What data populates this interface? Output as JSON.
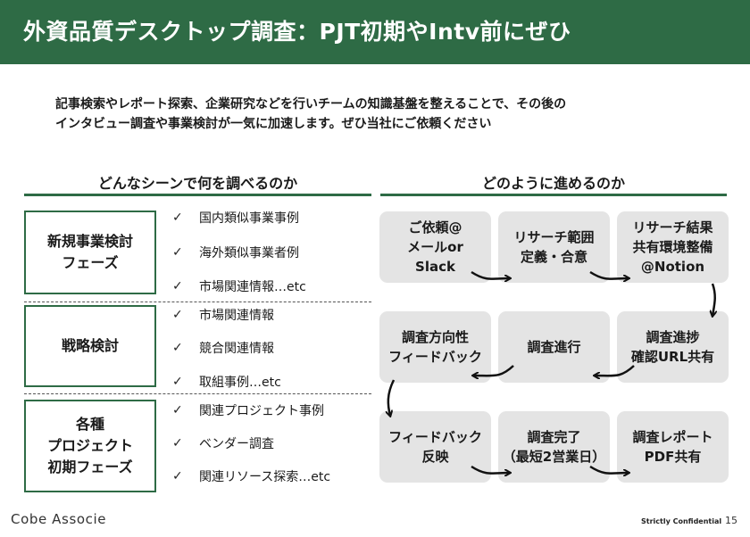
{
  "header": {
    "title": "外資品質デスクトップ調査：PJT初期やIntv前にぜひ"
  },
  "intro": {
    "line1": "記事検索やレポート探索、企業研究などを行いチームの知識基盤を整えることで、その後の",
    "line2": "インタビュー調査や事業検討が一気に加速します。ぜひ当社にご依頼ください"
  },
  "left_section": {
    "title": "どんなシーンで何を調べるのか",
    "groups": [
      {
        "label": "新規事業検討\nフェーズ",
        "items": [
          "国内類似事業事例",
          "海外類似事業者例",
          "市場関連情報…etc"
        ]
      },
      {
        "label": "戦略検討",
        "items": [
          "市場関連情報",
          "競合関連情報",
          "取組事例…etc"
        ]
      },
      {
        "label": "各種\nプロジェクト\n初期フェーズ",
        "items": [
          "関連プロジェクト事例",
          "ベンダー調査",
          "関連リソース探索…etc"
        ]
      }
    ]
  },
  "right_section": {
    "title": "どのように進めるのか",
    "steps": [
      "ご依頼@\nメールor\nSlack",
      "リサーチ範囲\n定義・合意",
      "リサーチ結果\n共有環境整備\n@Notion",
      "調査方向性\nフィードバック",
      "調査進行",
      "調査進捗\n確認URL共有",
      "フィードバック\n反映",
      "調査完了\n（最短2営業日）",
      "調査レポート\nPDF共有"
    ]
  },
  "footer": {
    "logo": "Cobe Associe",
    "confidential": "Strictly Confidential",
    "page": "15"
  },
  "colors": {
    "accent": "#2e6b45",
    "box": "#e4e4e4"
  }
}
